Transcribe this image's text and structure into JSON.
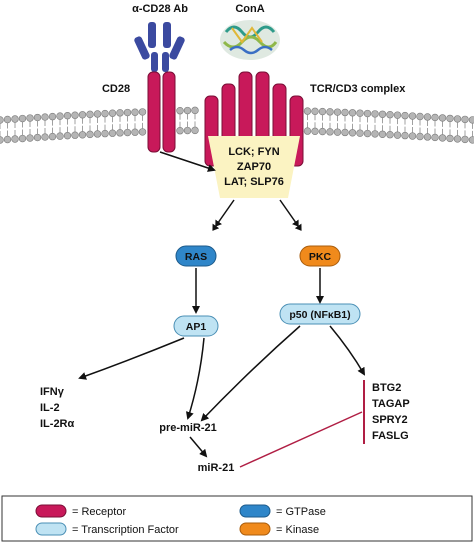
{
  "top_labels": {
    "antibody": "α-CD28 Ab",
    "cona": "ConA",
    "cd28": "CD28",
    "tcr": "TCR/CD3 complex"
  },
  "kinase_complex": [
    "LCK; FYN",
    "ZAP70",
    "LAT; SLP76"
  ],
  "nodes": {
    "ras": "RAS",
    "pkc": "PKC",
    "ap1": "AP1",
    "p50": "p50 (NFκB1)",
    "pre_mir21": "pre-miR-21",
    "mir21": "miR-21"
  },
  "ap1_targets": [
    "IFNγ",
    "IL-2",
    "IL-2Rα"
  ],
  "mir21_targets": [
    "BTG2",
    "TAGAP",
    "SPRY2",
    "FASLG"
  ],
  "legend": [
    {
      "label": "= Receptor",
      "color": "#c8195a",
      "icon": "receptor-swatch-icon"
    },
    {
      "label": "= GTPase",
      "color": "#2f86c9",
      "icon": "gtpase-swatch-icon"
    },
    {
      "label": "= Transcription Factor",
      "color": "#bfe3f3",
      "icon": "transcription-factor-swatch-icon"
    },
    {
      "label": "= Kinase",
      "color": "#f08a1c",
      "icon": "kinase-swatch-icon"
    }
  ],
  "colors": {
    "receptor": "#c8195a",
    "gtpase": "#2f86c9",
    "transcription_factor": "#bfe3f3",
    "kinase": "#f08a1c",
    "antibody": "#3b4aa0",
    "complex_bg": "#fbf3c2",
    "inhibition": "#b01e44"
  }
}
